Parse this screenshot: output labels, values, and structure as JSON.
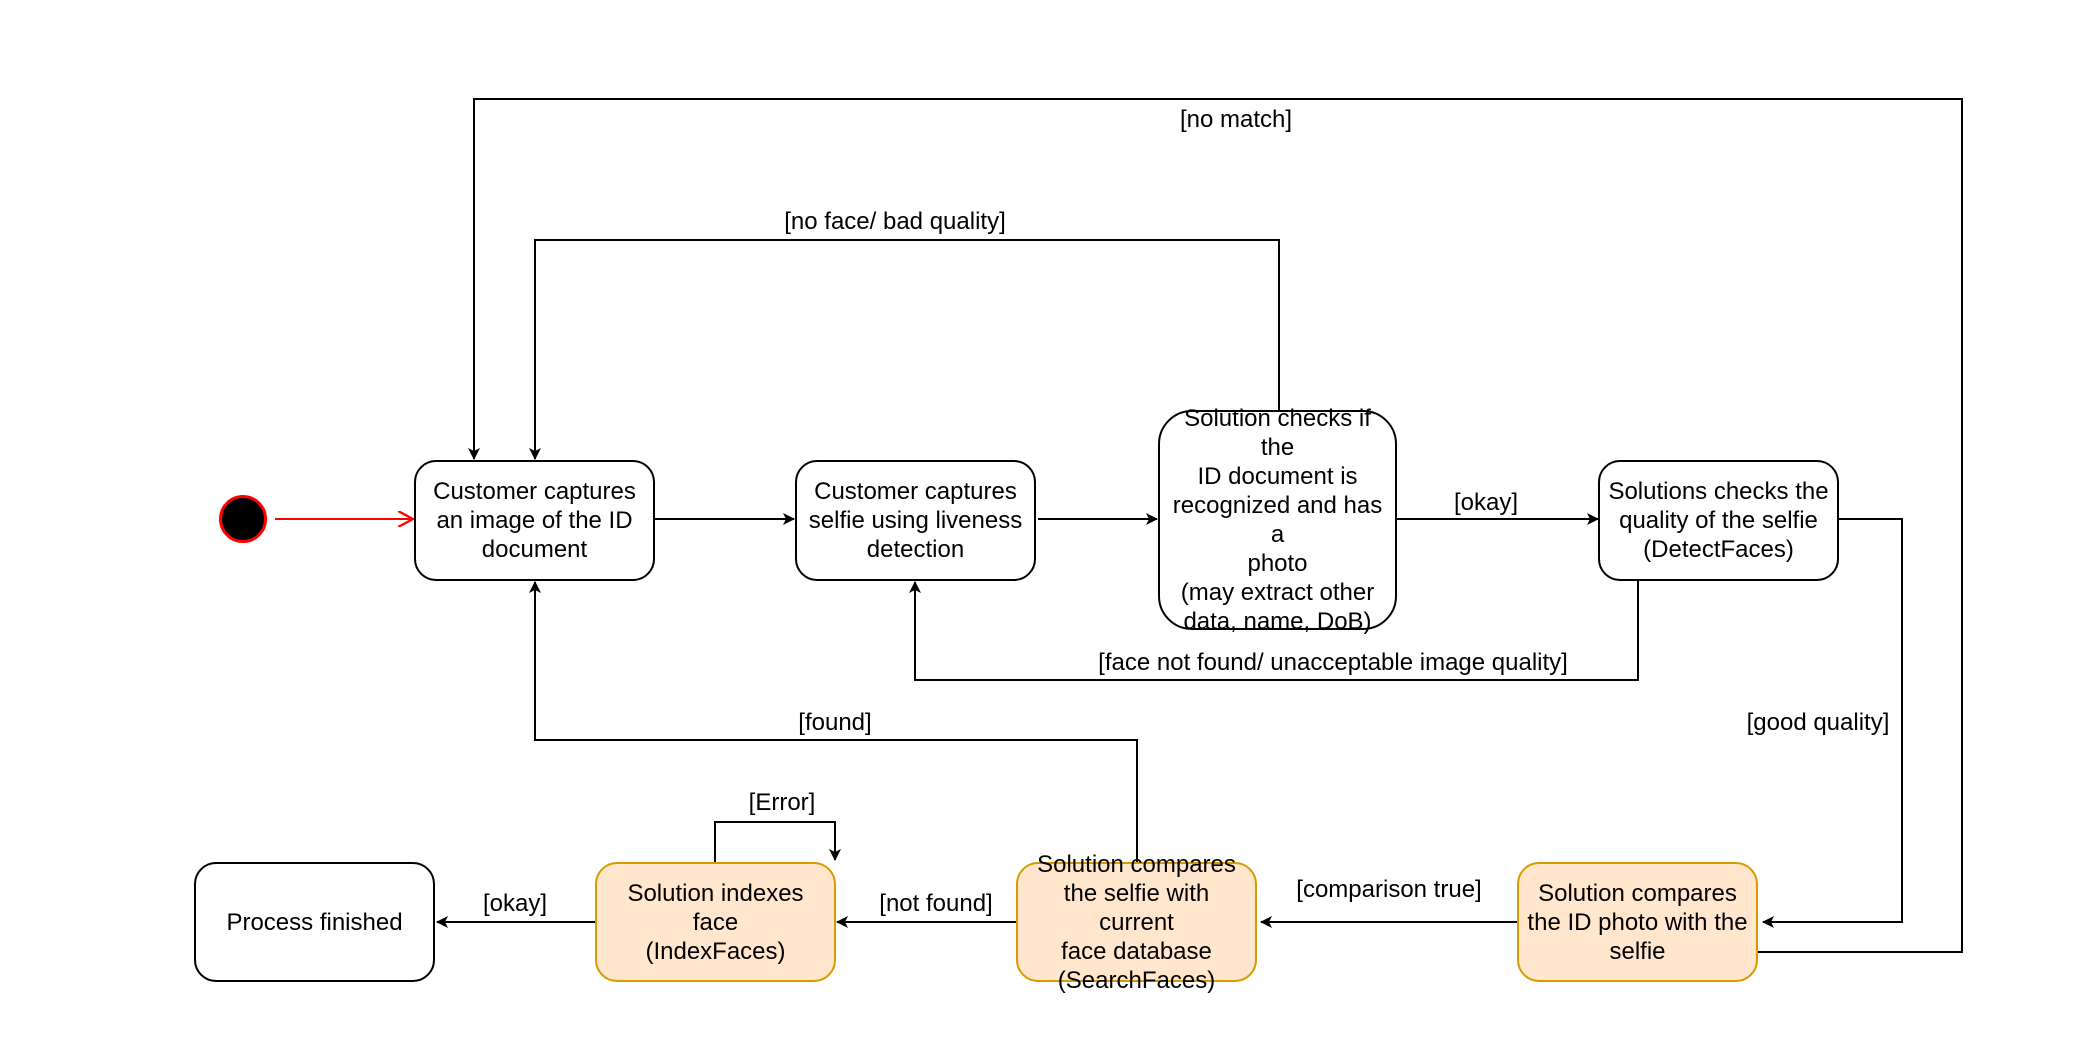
{
  "nodes": {
    "capture_id": "Customer captures\nan image of the ID\ndocument",
    "capture_selfie": "Customer captures\nselfie using liveness\ndetection",
    "check_id": "Solution checks if the\nID document is\nrecognized and has a\nphoto\n(may extract other\ndata, name, DoB)",
    "check_selfie": "Solutions checks the\nquality of the selfie\n(DetectFaces)",
    "compare_id_selfie": "Solution compares\nthe ID photo with the\nselfie",
    "search_faces": "Solution compares\nthe selfie with current\nface database\n(SearchFaces)",
    "index_faces": "Solution indexes face\n(IndexFaces)",
    "finished": "Process finished"
  },
  "edges": {
    "no_match": "[no match]",
    "no_face_bad_quality": "[no face/ bad quality]",
    "okay_check": "[okay]",
    "face_not_found": "[face not found/ unacceptable image quality]",
    "found": "[found]",
    "good_quality": "[good quality]",
    "error": "[Error]",
    "comparison_true": "[comparison true]",
    "not_found": "[not found]",
    "okay_finish": "[okay]"
  },
  "colors": {
    "start_arrow": "#ff0000",
    "highlight_fill": "#ffe6cc",
    "highlight_stroke": "#d79b00"
  }
}
